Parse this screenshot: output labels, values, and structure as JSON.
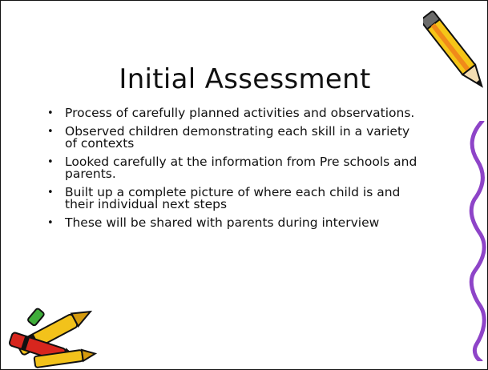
{
  "slide": {
    "title": "Initial Assessment",
    "bullet_glyph": "•",
    "bullets": [
      "Process of carefully planned activities and observations.",
      "Observed children demonstrating each skill in a variety of contexts",
      "Looked carefully at the information from Pre schools and parents.",
      "Built up a complete picture of where each child is and their individual next steps",
      "These will be shared with parents during interview"
    ]
  },
  "decorations": {
    "pencil": "pencil-clipart",
    "border_squiggle": "purple-squiggle-border",
    "crayons": "crayons-clipart",
    "colors": {
      "pencil_yellow": "#F5C518",
      "pencil_orange": "#F08A1A",
      "squiggle_purple": "#8E44C8",
      "crayon_yellow": "#F2C21B",
      "crayon_red": "#D7261E",
      "crayon_green": "#3FAE3A"
    }
  }
}
